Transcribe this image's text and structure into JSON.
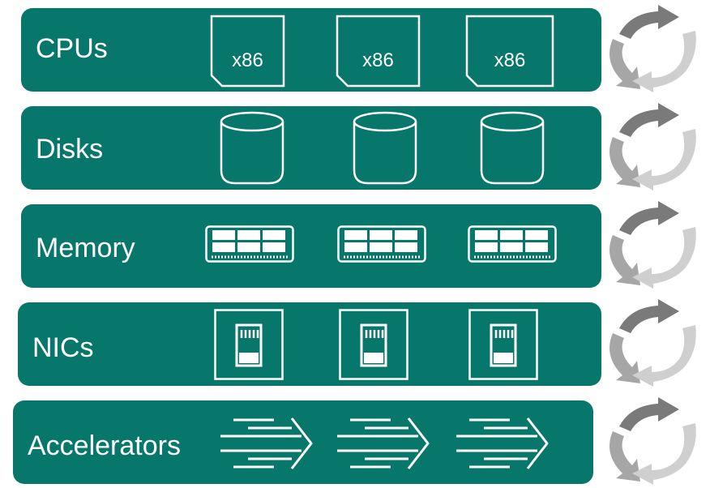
{
  "rows": [
    {
      "label": "CPUs",
      "icon": "cpu-chip-icon",
      "chip_labels": [
        "x86",
        "x86",
        "x86"
      ]
    },
    {
      "label": "Disks",
      "icon": "disk-cylinder-icon"
    },
    {
      "label": "Memory",
      "icon": "memory-module-icon"
    },
    {
      "label": "NICs",
      "icon": "nic-card-icon"
    },
    {
      "label": "Accelerators",
      "icon": "speed-arrow-icon"
    }
  ],
  "colors": {
    "panel": "#08776b",
    "icon_stroke": "#ffffff",
    "cycle_dark": "#7a7a7a",
    "cycle_mid": "#a6a6a6",
    "cycle_light": "#cfcfcf"
  },
  "cycle_icon": "refresh-cycle-icon"
}
